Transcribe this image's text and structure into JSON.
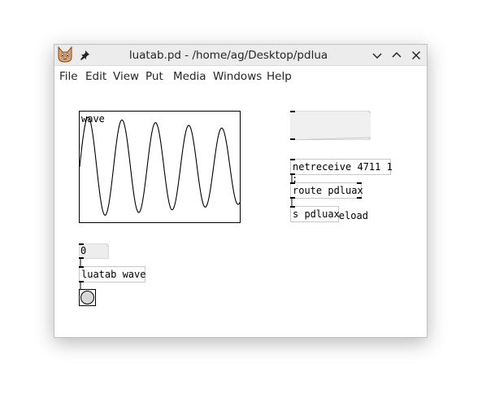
{
  "window": {
    "title": "luatab.pd - /home/ag/Desktop/pdlua",
    "buttons": [
      "minimize",
      "maximize",
      "close"
    ]
  },
  "menubar": {
    "items": [
      "File",
      "Edit",
      "View",
      "Put",
      "Media",
      "Windows",
      "Help"
    ]
  },
  "patch": {
    "array": {
      "name": "wave"
    },
    "message_reload": {
      "line1": ";",
      "line2": "pdluax reload"
    },
    "obj_netreceive": "netreceive 4711 1",
    "obj_route": "route pdluax",
    "obj_send": "s pdluax",
    "number_atom": "0",
    "obj_luatab": "luatab wave"
  },
  "colors": {
    "titlebar_bg": "#ececec",
    "menu_text": "#232629",
    "object_border": "#c9c9c9"
  },
  "icons": [
    "pd-cat-app-icon",
    "pin-icon",
    "chevron-down-icon",
    "chevron-up-icon",
    "close-icon"
  ]
}
